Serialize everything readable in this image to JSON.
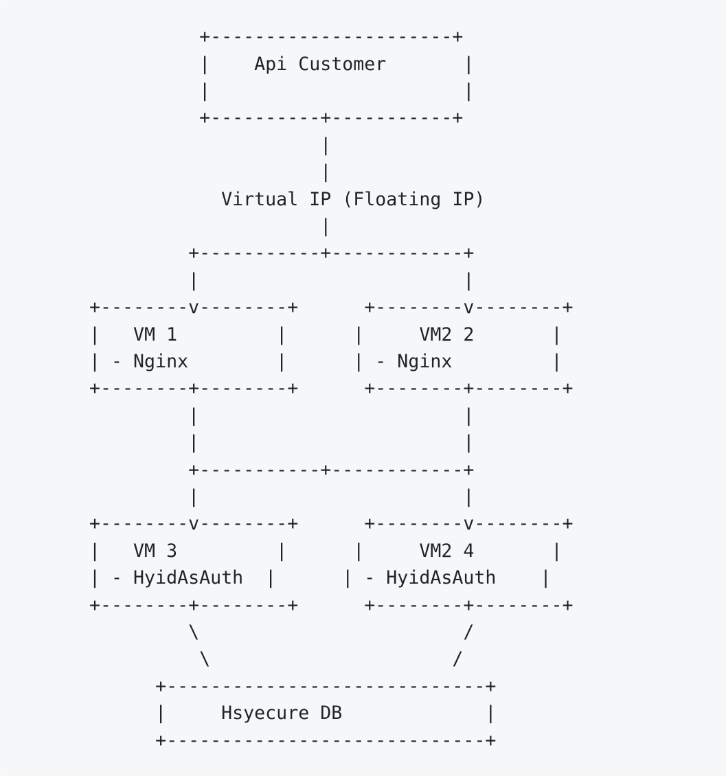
{
  "diagram": {
    "lines": [
      "          +----------------------+",
      "          |    Api Customer       |",
      "          |                       |",
      "          +----------+-----------+",
      "                     |",
      "                     |",
      "            Virtual IP (Floating IP)",
      "                     |",
      "         +-----------+------------+",
      "         |                        |",
      "+--------v--------+      +--------v--------+",
      "|   VM 1         |      |     VM2 2       |",
      "| - Nginx        |      | - Nginx         |",
      "+--------+--------+      +--------+--------+",
      "         |                        |",
      "         |                        |",
      "         +-----------+------------+",
      "         |                        |",
      "+--------v--------+      +--------v--------+",
      "|   VM 3         |      |     VM2 4       |",
      "| - HyidAsAuth  |      | - HyidAsAuth    |",
      "+--------+--------+      +--------+--------+",
      "         \\                        /",
      "          \\                      /",
      "      +-----------------------------+",
      "      |     Hsyecure DB             |",
      "      +-----------------------------+"
    ]
  }
}
